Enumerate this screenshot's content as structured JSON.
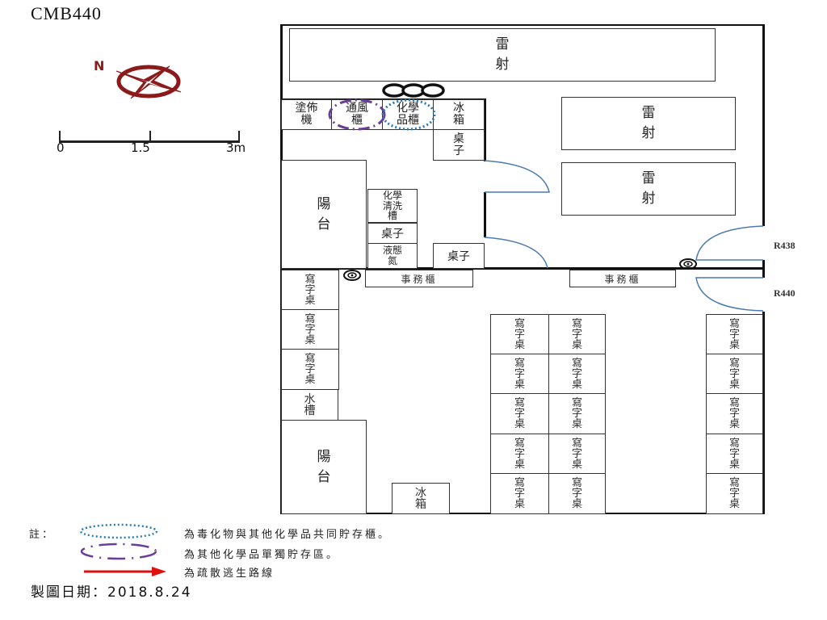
{
  "title": "CMB440",
  "compass": {
    "label": "N",
    "color": "#8b1a1a"
  },
  "scale_bar": {
    "ticks": [
      "0",
      "1.5",
      "3m"
    ]
  },
  "rooms": {
    "upper": "R438",
    "lower": "R440"
  },
  "upper_room": {
    "laser_1": "雷\n射",
    "laser_2": "雷\n射",
    "laser_3": "雷\n射",
    "coating_machine": "塗佈\n機",
    "fume_hood": "通風\n櫃",
    "chem_cabinet": "化學\n品櫃",
    "fridge": "冰\n箱",
    "table_1": "桌\n子",
    "balcony": "陽\n台",
    "chem_sink": "化學\n清洗\n槽",
    "table_2": "桌子",
    "liquid_nitrogen": "液態\n氮",
    "table_3": "桌子"
  },
  "lower_room": {
    "office_cabinet_1": "事務櫃",
    "office_cabinet_2": "事務櫃",
    "left_desks": [
      "寫\n字\n桌",
      "寫\n字\n桌",
      "寫\n字\n桌"
    ],
    "sink": "水\n槽",
    "balcony": "陽\n台",
    "fridge": "冰\n箱",
    "desk_col_a": [
      "寫\n字\n桌",
      "寫\n字\n桌",
      "寫\n字\n桌",
      "寫\n字\n桌",
      "寫\n字\n桌"
    ],
    "desk_col_b": [
      "寫\n字\n桌",
      "寫\n字\n桌",
      "寫\n字\n桌",
      "寫\n字\n桌",
      "寫\n字\n桌"
    ],
    "desk_col_c": [
      "寫\n字\n桌",
      "寫\n字\n桌",
      "寫\n字\n桌",
      "寫\n字\n桌",
      "寫\n字\n桌"
    ]
  },
  "legend": {
    "note_label": "註：",
    "items": [
      {
        "symbol": "blue-dotted-ellipse",
        "color": "#2a7ab8",
        "text": "為毒化物與其他化學品共同貯存櫃。"
      },
      {
        "symbol": "purple-dashdot-ellipse",
        "color": "#6a3d9a",
        "text": "為其他化學品單獨貯存區。"
      },
      {
        "symbol": "red-arrow",
        "color": "#e01010",
        "text": "為疏散逃生路線"
      }
    ]
  },
  "date": {
    "label": "製圖日期：",
    "value": "2018.8.24"
  }
}
